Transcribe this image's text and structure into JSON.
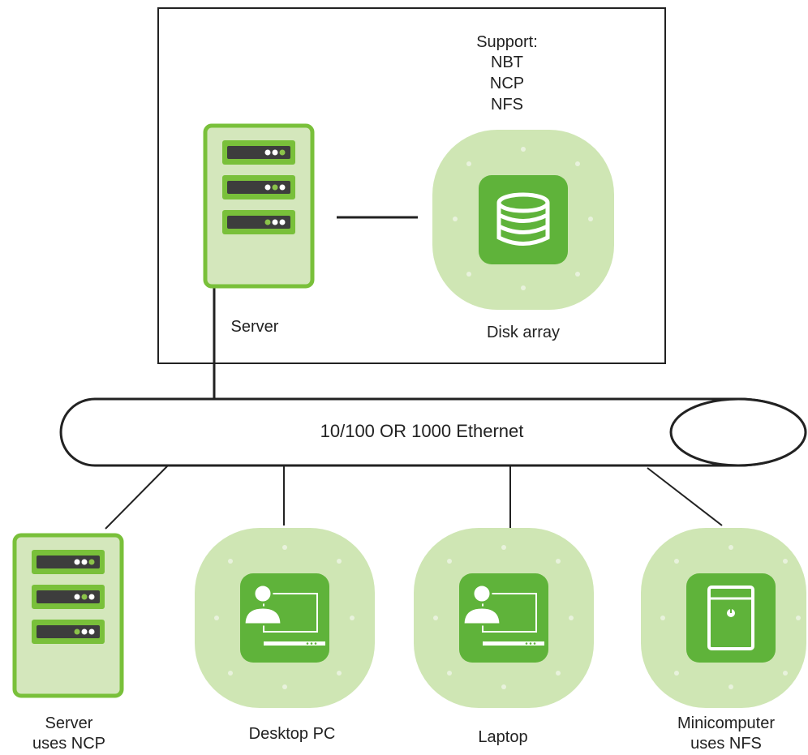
{
  "support": {
    "title": "Support:",
    "protocols": [
      "NBT",
      "NCP",
      "NFS"
    ]
  },
  "network": {
    "label": "10/100 OR 1000 Ethernet"
  },
  "nodes": {
    "server": {
      "label": "Server",
      "icon": "server-icon"
    },
    "disk_array": {
      "label": "Disk array",
      "icon": "database-icon"
    },
    "server_ncp": {
      "line1": "Server",
      "line2": "uses NCP",
      "icon": "server-icon"
    },
    "desktop_pc": {
      "label": "Desktop PC",
      "icon": "user-computer-icon"
    },
    "laptop": {
      "label": "Laptop",
      "icon": "user-computer-icon"
    },
    "minicomputer": {
      "line1": "Minicomputer",
      "line2": "uses NFS",
      "icon": "tower-computer-icon"
    }
  },
  "colors": {
    "node_fill": "#cfe6b4",
    "node_border": "#79c03a",
    "icon_green": "#5fb33a",
    "slot_dark": "#3c3c3c",
    "dot_light": "#e3efd6",
    "line": "#222222"
  }
}
